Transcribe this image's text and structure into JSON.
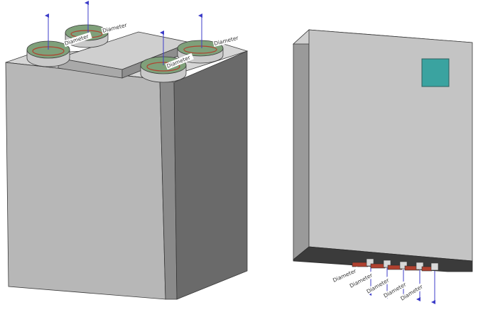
{
  "background": "#ffffff",
  "colors": {
    "face_front": "#b7b7b7",
    "face_side": "#6a6a6a",
    "face_top": "#d6d6d6",
    "bevel": "#8a8a8a",
    "edge": "#3a3a3a",
    "terminal_top": "#7fa07a",
    "terminal_side": "#c9c9c9",
    "arrow": "#3c3cc8",
    "marker": "#b0412f",
    "indicator": "#3aa3a0",
    "strip_dark": "#3b3b3b"
  },
  "annotation_text": "Diameter",
  "objects": [
    {
      "name": "battery-block",
      "terminals": [
        "terminal-1",
        "terminal-2",
        "terminal-3",
        "terminal-4"
      ],
      "annotation_count": 4
    },
    {
      "name": "enclosure-box",
      "connectors": [
        "connector-1",
        "connector-2",
        "connector-3",
        "connector-4",
        "connector-5"
      ],
      "annotation_count": 5,
      "indicator_icon": "square-indicator"
    }
  ]
}
